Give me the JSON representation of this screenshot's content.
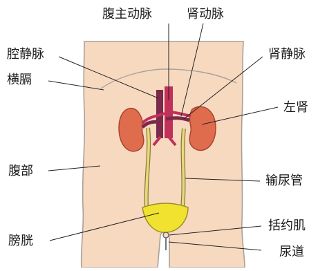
{
  "labels": {
    "abdominal_aorta": "腹主动脉",
    "renal_artery": "肾动脉",
    "vena_cava": "腔静脉",
    "renal_vein": "肾静脉",
    "diaphragm": "横膈",
    "left_kidney": "左肾",
    "abdomen": "腹部",
    "ureter": "输尿管",
    "sphincter": "括约肌",
    "bladder": "膀胱",
    "urethra": "尿道"
  },
  "colors": {
    "skin": "#f7d9c0",
    "skin_outline": "#a9a19b",
    "kidney": "#e06c4e",
    "kidney_dark": "#b8503a",
    "artery": "#c0305a",
    "vein": "#7a2a4a",
    "ureter": "#e9d97e",
    "bladder": "#f1e230",
    "leader": "#222222"
  }
}
